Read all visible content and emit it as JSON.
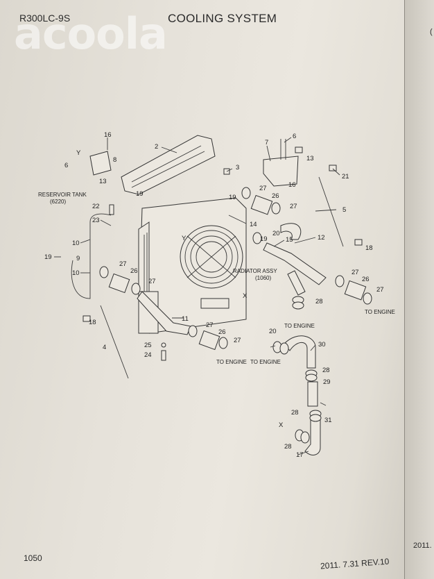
{
  "header": {
    "model": "R300LC-9S",
    "title": "COOLING SYSTEM",
    "watermark": "acoola"
  },
  "footer": {
    "page_number": "1050",
    "revision": "2011. 7.31  REV.10"
  },
  "side_page": {
    "number": "2011.",
    "ref": "("
  },
  "diagram": {
    "captions": {
      "reservoir": "RESERVOIR TANK",
      "reservoir_code": "(6220)",
      "radiator": "RADIATOR ASSY",
      "radiator_code": "(1060)",
      "to_engine_1": "TO ENGINE",
      "to_engine_2": "TO ENGINE",
      "to_engine_3": "TO ENGINE",
      "to_engine_4": "TO ENGINE"
    },
    "callouts": {
      "c16a": "16",
      "c6a": "6",
      "c7": "7",
      "c13a": "13",
      "cY1": "Y",
      "c8": "8",
      "c6b": "6",
      "c13b": "13",
      "c2": "2",
      "c3": "3",
      "c21": "21",
      "c16b": "16",
      "c27a": "27",
      "c26a": "26",
      "c19a": "19",
      "c19b": "19",
      "c27b": "27",
      "c22": "22",
      "c23": "23",
      "c14": "14",
      "c20a": "20",
      "c19c": "19",
      "c15": "15",
      "c12": "12",
      "c5": "5",
      "c18a": "18",
      "c10a": "10",
      "cY2": "Y",
      "c19d": "19",
      "c9": "9",
      "c27c": "27",
      "c10b": "10",
      "c26b": "26",
      "c27d": "27",
      "c27e": "27",
      "c26c": "26",
      "c27f": "27",
      "cX1": "X",
      "c28a": "28",
      "c18b": "18",
      "c11": "11",
      "c27g": "27",
      "c26d": "26",
      "c27h": "27",
      "c20b": "20",
      "c30": "30",
      "c4": "4",
      "c25": "25",
      "c24": "24",
      "c28b": "28",
      "c29": "29",
      "c28c": "28",
      "c31": "31",
      "cX2": "X",
      "c28d": "28",
      "c17": "17"
    }
  }
}
